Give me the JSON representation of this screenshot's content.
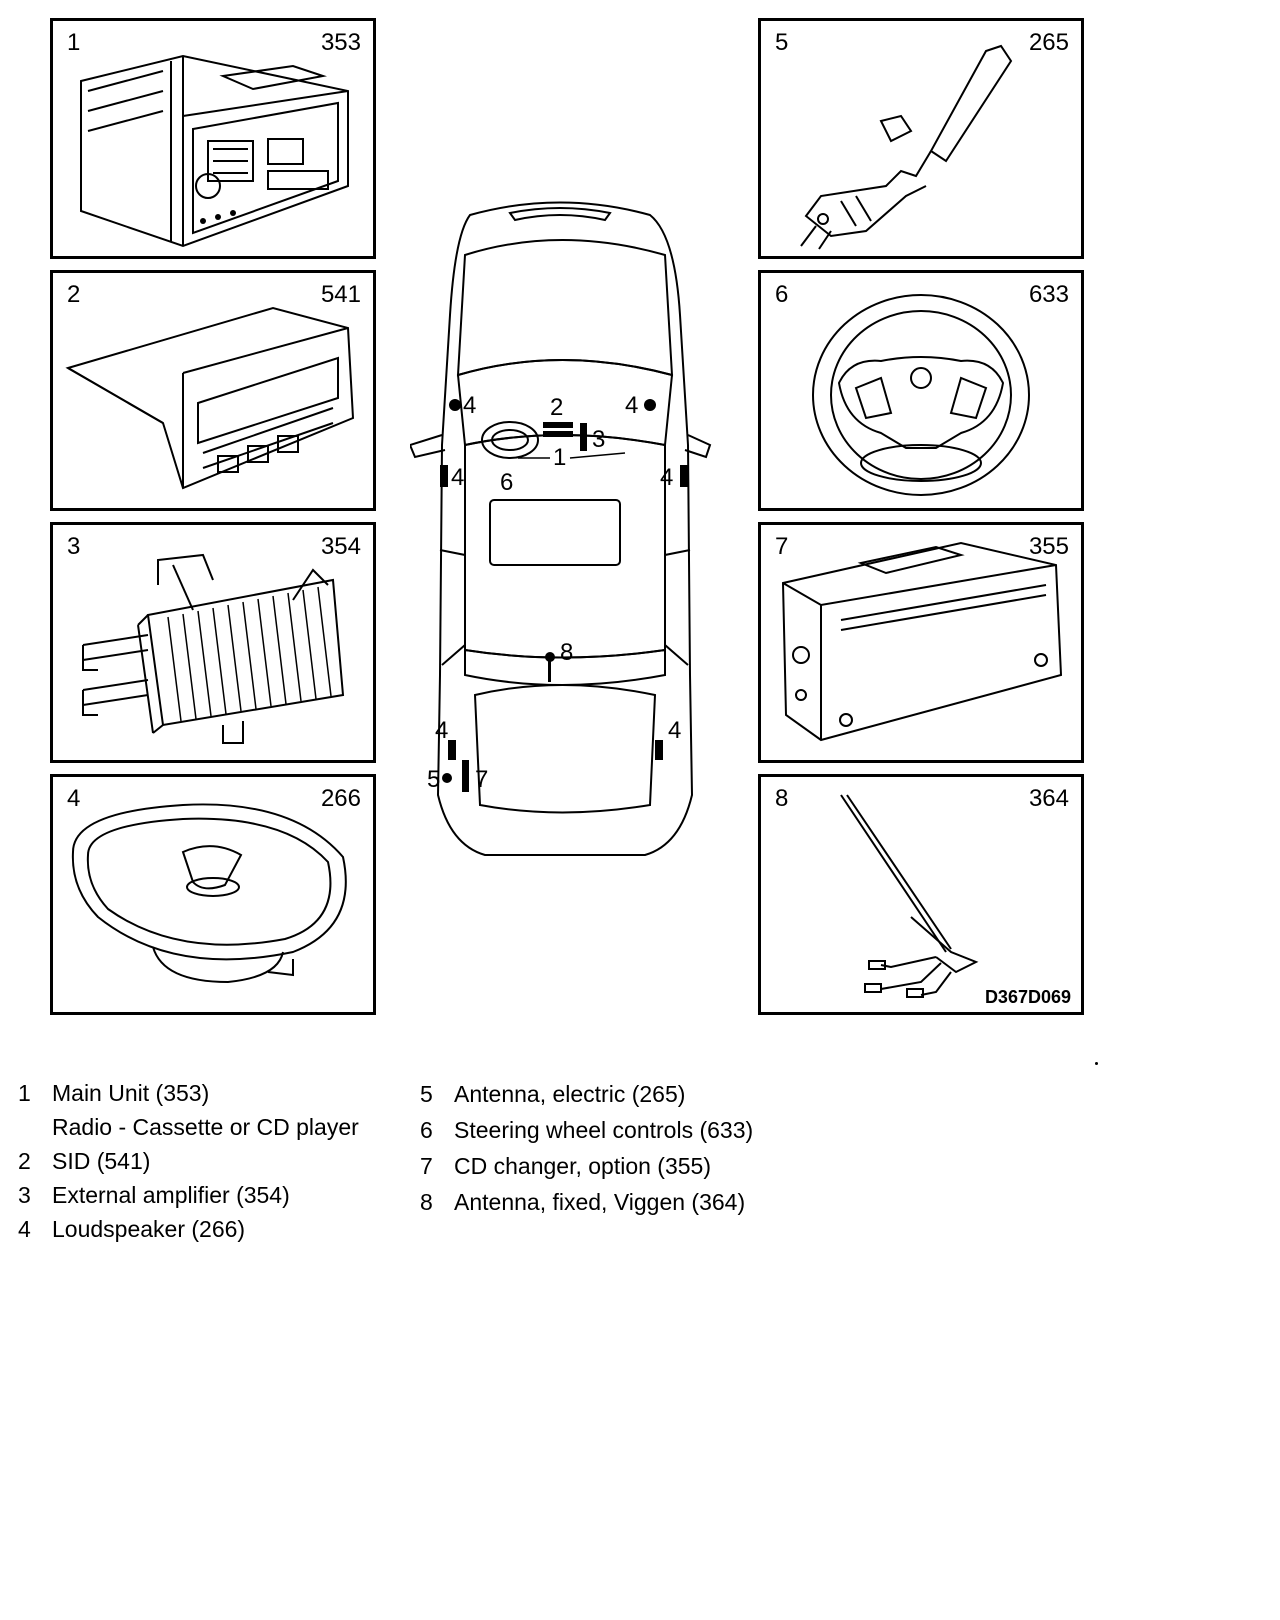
{
  "panels": [
    {
      "num": "1",
      "code": "353"
    },
    {
      "num": "2",
      "code": "541"
    },
    {
      "num": "3",
      "code": "354"
    },
    {
      "num": "4",
      "code": "266"
    },
    {
      "num": "5",
      "code": "265"
    },
    {
      "num": "6",
      "code": "633"
    },
    {
      "num": "7",
      "code": "355"
    },
    {
      "num": "8",
      "code": "364"
    }
  ],
  "figure_id": "D367D069",
  "car_labels": {
    "speaker": "4",
    "sid": "2",
    "amplifier": "3",
    "main_unit": "1",
    "steering": "6",
    "antenna_fixed": "8",
    "antenna_electric": "5",
    "cd_changer": "7"
  },
  "legend_left": [
    {
      "num": "1",
      "text": "Main Unit (353)"
    },
    {
      "num": "",
      "text": "Radio - Cassette or CD player"
    },
    {
      "num": "2",
      "text": "SID (541)"
    },
    {
      "num": "3",
      "text": "External amplifier (354)"
    },
    {
      "num": "4",
      "text": "Loudspeaker (266)"
    }
  ],
  "legend_right": [
    {
      "num": "5",
      "text": "Antenna, electric (265)"
    },
    {
      "num": "6",
      "text": "Steering wheel controls (633)"
    },
    {
      "num": "7",
      "text": "CD changer, option (355)"
    },
    {
      "num": "8",
      "text": "Antenna, fixed, Viggen (364)"
    }
  ]
}
